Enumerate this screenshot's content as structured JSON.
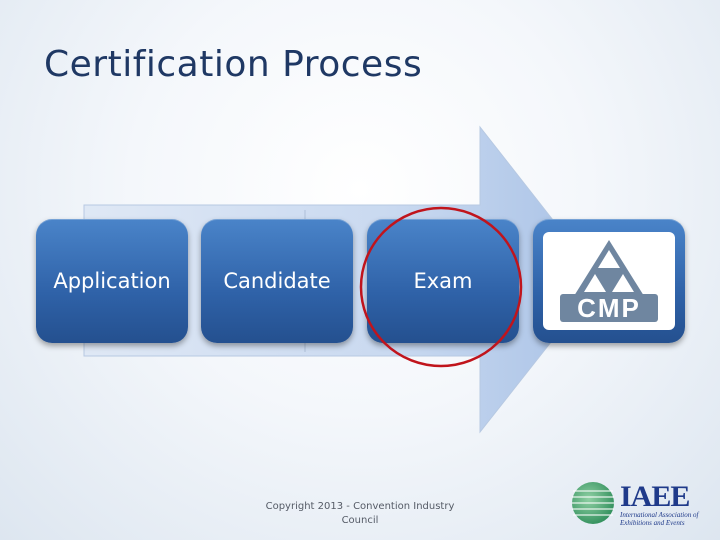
{
  "slide": {
    "title": "Certification Process"
  },
  "steps": [
    {
      "label": "Application"
    },
    {
      "label": "Candidate"
    },
    {
      "label": "Exam"
    },
    {
      "label": "",
      "logo_text": "CMP"
    }
  ],
  "footer": {
    "copyright": "Copyright 2013 - Convention Industry Council"
  },
  "branding": {
    "iaee_word": "IAEE",
    "iaee_sub": "International Association of Exhibitions and Events"
  },
  "colors": {
    "title": "#1f3864",
    "box": "#2f62a8",
    "arrow": "#c9d9f0",
    "highlight_ring": "#c0141c",
    "cmp_logo": "#6f86a0"
  },
  "annotations": {
    "highlighted_step": "Exam"
  }
}
